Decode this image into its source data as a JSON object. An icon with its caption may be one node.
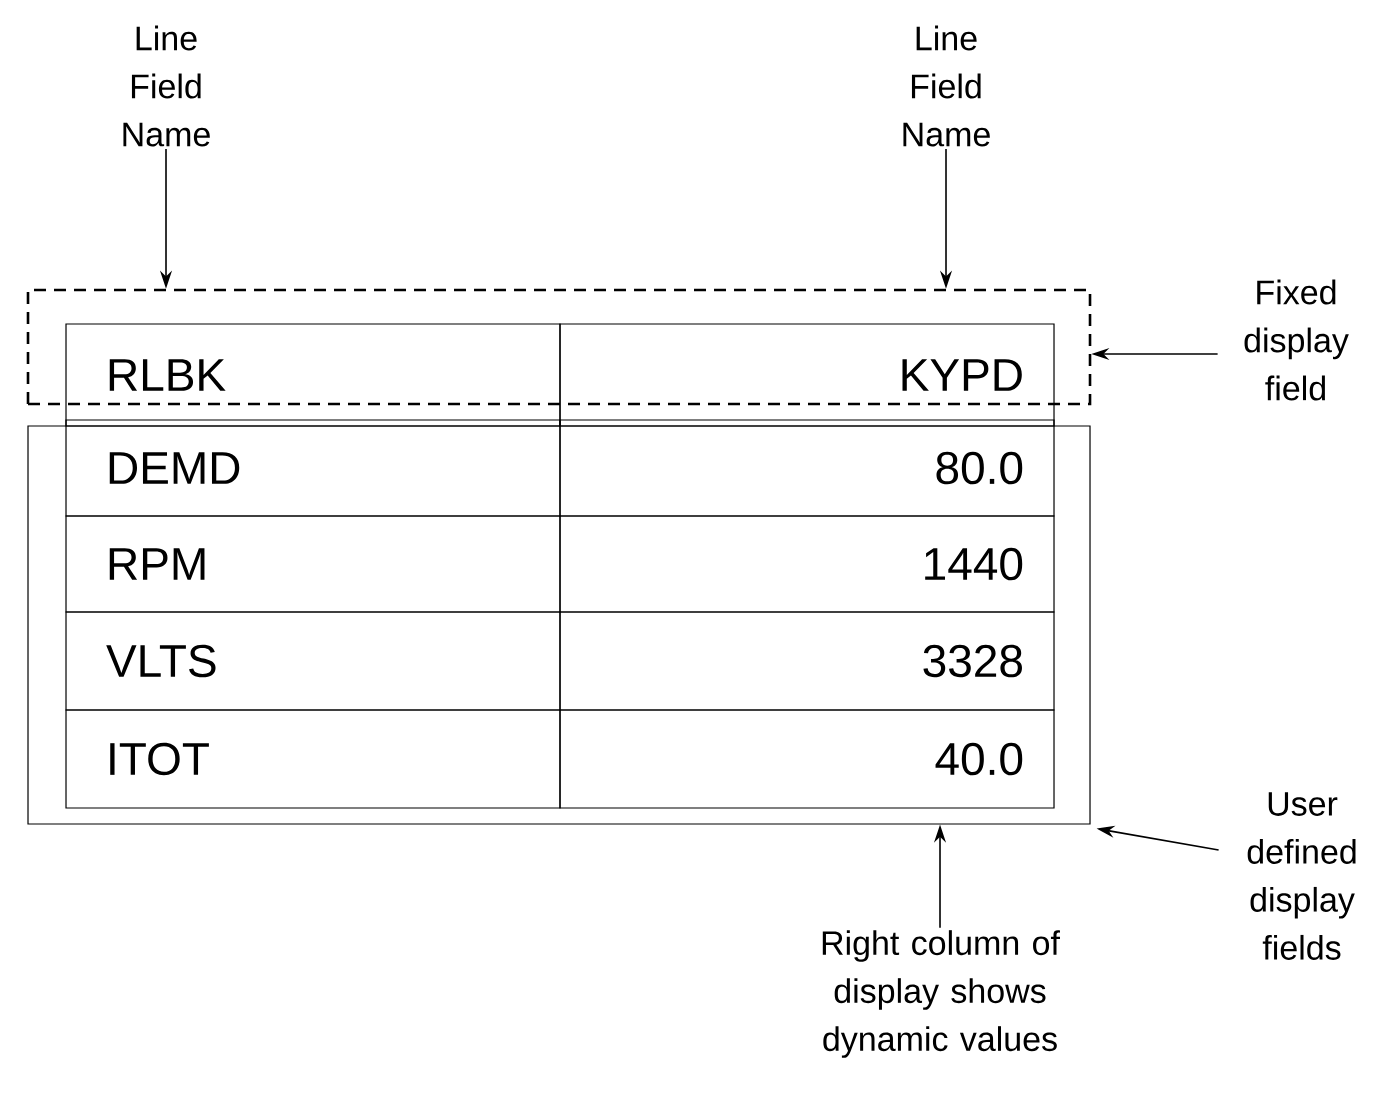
{
  "diagram": {
    "nodes": [
      {
        "text": [
          "Line Field Name"
        ]
      },
      {
        "text": [
          "Line Field Name"
        ]
      },
      {
        "text": [
          "Fixed display field"
        ]
      },
      {
        "text": [
          "User defined display fields"
        ]
      },
      {
        "text": [
          "Right column of display shows dynamic values"
        ]
      },
      {
        "text": [],
        "shape": "box"
      },
      {
        "text": [],
        "shape": "box"
      }
    ],
    "edges": [
      {
        "from": 0,
        "to": 5,
        "arrow": "to"
      },
      {
        "from": 1,
        "to": 5,
        "arrow": "to"
      },
      {
        "from": 2,
        "to": 5,
        "arrow": "to"
      },
      {
        "from": 3,
        "to": 6,
        "arrow": "to"
      },
      {
        "from": 4,
        "to": 6,
        "arrow": "to"
      }
    ],
    "labels": [
      "RLBK",
      "KYPD",
      "DEMD",
      "80.0",
      "RPM",
      "1440",
      "VLTS",
      "3328",
      "ITOT",
      "40.0"
    ]
  }
}
